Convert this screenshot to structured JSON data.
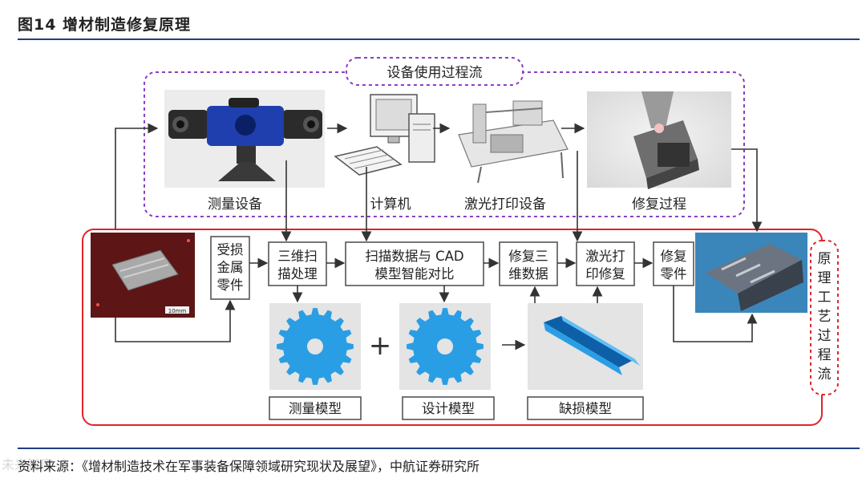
{
  "header": {
    "title": "图14  增材制造修复原理"
  },
  "usage_flow": {
    "label": "设备使用过程流",
    "equipment": [
      "测量设备",
      "计算机",
      "激光打印设备",
      "修复过程"
    ]
  },
  "process_flow": {
    "label": [
      "原",
      "理",
      "工",
      "艺",
      "过",
      "程",
      "流"
    ],
    "steps": [
      [
        "受损",
        "金属",
        "零件"
      ],
      [
        "三维扫",
        "描处理"
      ],
      [
        "扫描数据与 CAD",
        "模型智能对比"
      ],
      [
        "修复三",
        "维数据"
      ],
      [
        "激光打",
        "印修复"
      ],
      [
        "修复",
        "零件"
      ]
    ],
    "models": [
      "测量模型",
      "设计模型",
      "缺损模型"
    ],
    "plus": "+",
    "photo_scale": "10mm"
  },
  "footer": {
    "source": "资料来源：《增材制造技术在军事装备保障领域研究现状及展望》，中航证券研究所",
    "watermark": "未来智库"
  },
  "colors": {
    "accent_rule": "#1f3f83",
    "usage_dashed": "#8a3ec8",
    "process_border": "#e0242c",
    "gear_blue": "#2a9ee4",
    "bar_blue": "#1f86d8"
  }
}
